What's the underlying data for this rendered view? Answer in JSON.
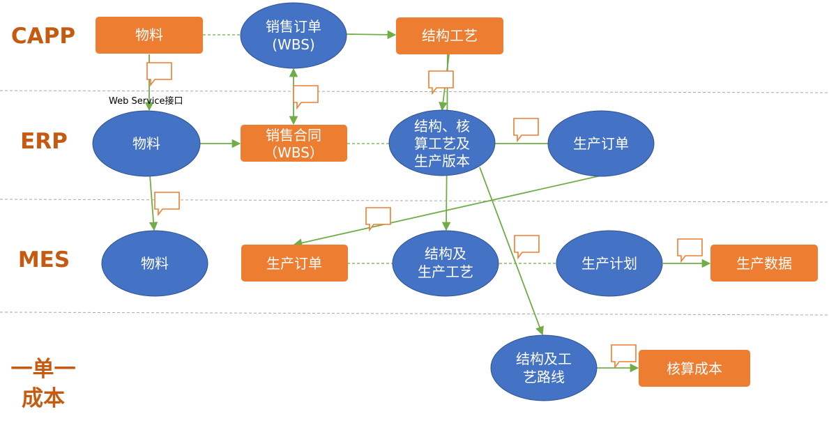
{
  "lanes": [
    {
      "id": "capp",
      "label": "CAPP"
    },
    {
      "id": "erp",
      "label": "ERP"
    },
    {
      "id": "mes",
      "label": "MES"
    },
    {
      "id": "cost",
      "label_lines": [
        "一单一",
        "成本"
      ]
    }
  ],
  "nodes": {
    "capp_material": {
      "lines": [
        "物料"
      ],
      "shape": "box"
    },
    "capp_sales_order": {
      "lines": [
        "销售订单",
        "(WBS)"
      ],
      "shape": "ellipse"
    },
    "capp_struct_process": {
      "lines": [
        "结构工艺"
      ],
      "shape": "box"
    },
    "erp_material": {
      "lines": [
        "物料"
      ],
      "shape": "ellipse"
    },
    "erp_sales_contract": {
      "lines": [
        "销售合同",
        "（WBS）"
      ],
      "shape": "box"
    },
    "erp_struct_cost": {
      "lines": [
        "结构、核",
        "算工艺及",
        "生产版本"
      ],
      "shape": "ellipse"
    },
    "erp_prod_order": {
      "lines": [
        "生产订单"
      ],
      "shape": "ellipse"
    },
    "mes_material": {
      "lines": [
        "物料"
      ],
      "shape": "ellipse"
    },
    "mes_prod_order": {
      "lines": [
        "生产订单"
      ],
      "shape": "box"
    },
    "mes_struct_process": {
      "lines": [
        "结构及",
        "生产工艺"
      ],
      "shape": "ellipse"
    },
    "mes_prod_plan": {
      "lines": [
        "生产计划"
      ],
      "shape": "ellipse"
    },
    "mes_prod_data": {
      "lines": [
        "生产数据"
      ],
      "shape": "box"
    },
    "cost_route": {
      "lines": [
        "结构及工",
        "艺路线"
      ],
      "shape": "ellipse"
    },
    "cost_accounting": {
      "lines": [
        "核算成本"
      ],
      "shape": "box"
    }
  },
  "annotations": {
    "web_service": "Web Service接口"
  },
  "colors": {
    "box": "#ed7d31",
    "ellipse": "#4472c4",
    "arrow": "#70ad47",
    "lane_label": "#c55a11",
    "divider": "#a6a6a6"
  }
}
